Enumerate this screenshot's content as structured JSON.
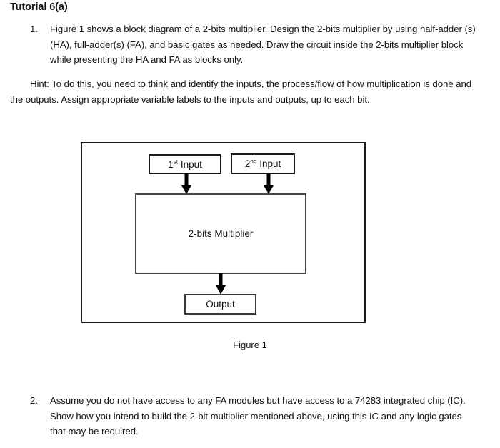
{
  "document": {
    "title": "Tutorial 6(a)"
  },
  "items": [
    {
      "number": "1.",
      "text": "Figure 1 shows a block diagram of a 2-bits multiplier. Design the 2-bits multiplier by using half-adder (s) (HA), full-adder(s) (FA), and basic gates as needed. Draw the circuit inside the 2-bits multiplier block while presenting the HA and FA as blocks only."
    },
    {
      "number": "2.",
      "text": "Assume you do not have access to any FA modules but have access to a 74283 integrated chip (IC). Show how you intend to build the 2-bit multiplier mentioned above, using this IC and any logic gates that may be required."
    }
  ],
  "hint": {
    "text": "Hint: To do this, you need to think and identify the inputs, the process/flow of how multiplication is done and the outputs. Assign appropriate variable labels to the inputs and outputs, up to each bit."
  },
  "figure": {
    "caption": "Figure 1",
    "blocks": {
      "input1": {
        "base": "1",
        "sup": "st",
        "rest": " Input"
      },
      "input2": {
        "base": "2",
        "sup": "nd",
        "rest": " Input"
      },
      "multiplier": "2-bits Multiplier",
      "output": "Output"
    },
    "arrows": [
      {
        "name": "arrow-input1-to-multiplier"
      },
      {
        "name": "arrow-input2-to-multiplier"
      },
      {
        "name": "arrow-multiplier-to-output"
      }
    ],
    "colors": {
      "frame_border": "#1a1a1a",
      "multiplier_border": "#474747",
      "output_border": "#3a3a3a",
      "arrow": "#000000",
      "text": "#131313",
      "background": "#ffffff"
    }
  }
}
